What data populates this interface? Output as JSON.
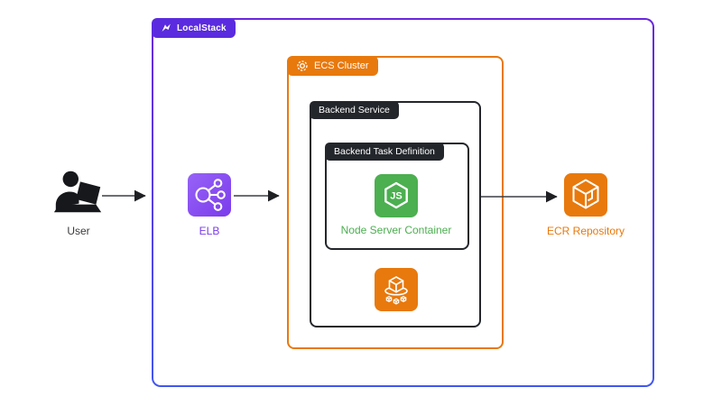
{
  "diagram_title": "LocalStack ECS architecture diagram",
  "containers": {
    "localstack": {
      "label": "LocalStack",
      "badge_bg": "#5A2BDF",
      "border_gradient_top": "#6A26DE",
      "border_gradient_bottom": "#4256F1",
      "logo_icon": "localstack-logo-icon"
    },
    "ecs_cluster": {
      "label": "ECS Cluster",
      "color": "#E8790D",
      "badge_icon": "ecs-cluster-ring-icon"
    },
    "backend_service": {
      "label": "Backend Service",
      "color": "#23262B"
    },
    "backend_task": {
      "label": "Backend Task Definition",
      "color": "#23262B"
    }
  },
  "nodes": {
    "user": {
      "label": "User",
      "icon": "user-laptop-icon",
      "color": "#17181C"
    },
    "elb": {
      "label": "ELB",
      "icon": "load-balancer-icon",
      "color": "#7B3BEB",
      "tile_gradient": [
        "#9763F7",
        "#7B3BEB"
      ]
    },
    "node_server": {
      "label": "Node Server Container",
      "icon": "nodejs-icon",
      "color": "#4CAF50"
    },
    "ecs_service": {
      "icon": "ecs-containers-icon",
      "color": "#E8790D"
    },
    "ecr": {
      "label": "ECR Repository",
      "icon": "ecr-box-icon",
      "color": "#E8790D"
    }
  },
  "arrows": [
    {
      "from": "user",
      "to": "localstack-border"
    },
    {
      "from": "elb",
      "to": "ecs-cluster-border"
    },
    {
      "from": "backend-service-border",
      "to": "ecr"
    }
  ],
  "arrow_color": "#3C3F45"
}
